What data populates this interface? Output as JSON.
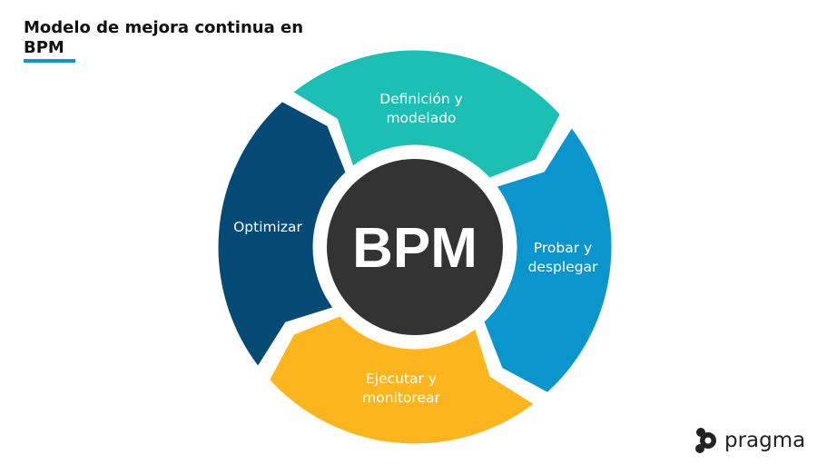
{
  "header": {
    "title": "Modelo de mejora continua en BPM"
  },
  "diagram": {
    "center": {
      "label": "BPM",
      "color": "#333333"
    },
    "stages": [
      {
        "lines": [
          "Definición y",
          "modelado"
        ],
        "color": "#1bbfb3",
        "text_color": "#ffffff"
      },
      {
        "lines": [
          "Probar y",
          "desplegar"
        ],
        "color": "#0a96cc",
        "text_color": "#ffffff"
      },
      {
        "lines": [
          "Ejecutar y",
          "monitorear"
        ],
        "color": "#fdb51e",
        "text_color": "#1d4f7a"
      },
      {
        "lines": [
          "Optimizar"
        ],
        "color": "#044a75",
        "text_color": "#ffffff"
      }
    ]
  },
  "logo": {
    "text": "pragma"
  }
}
